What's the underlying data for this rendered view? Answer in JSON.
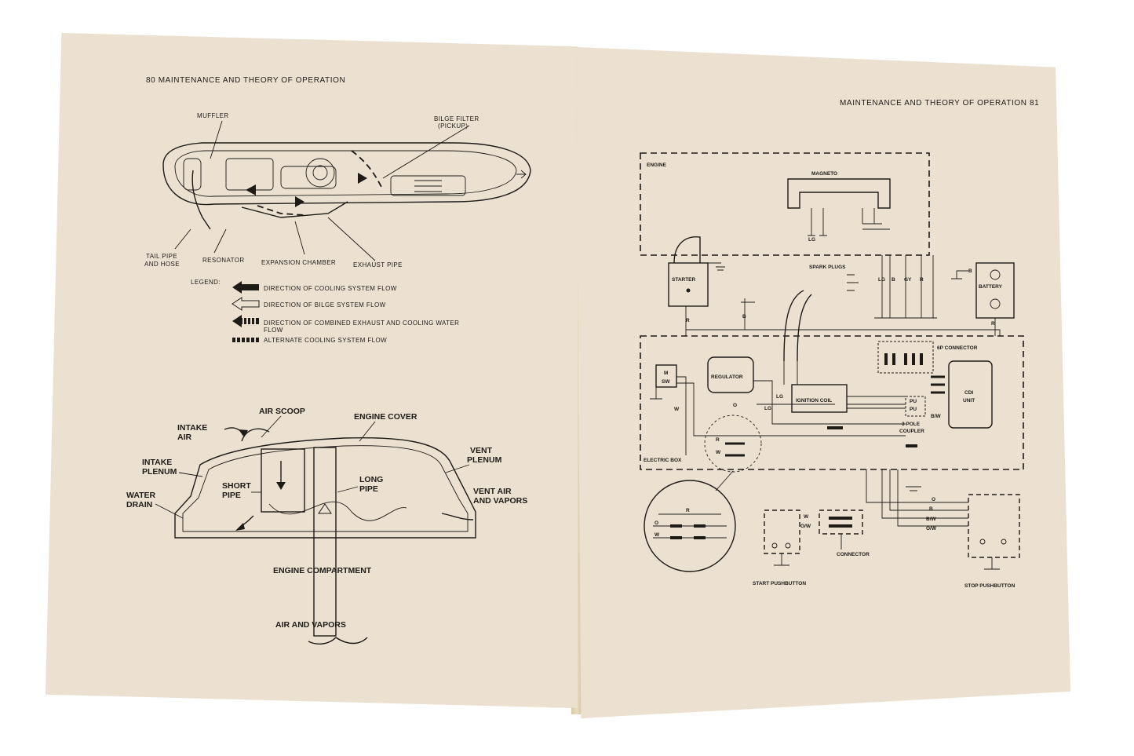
{
  "left_page": {
    "header": "80 MAINTENANCE AND THEORY OF OPERATION",
    "cooling_labels": {
      "muffler": "MUFFLER",
      "bilge_filter": "BILGE FILTER",
      "pickup": "(PICKUP)",
      "tail_pipe_1": "TAIL PIPE",
      "tail_pipe_2": "AND HOSE",
      "resonator": "RESONATOR",
      "expansion_chamber": "EXPANSION CHAMBER",
      "exhaust_pipe": "EXHAUST PIPE"
    },
    "legend": {
      "title": "LEGEND:",
      "items": [
        "DIRECTION OF COOLING SYSTEM FLOW",
        "DIRECTION OF BILGE SYSTEM FLOW",
        "DIRECTION OF COMBINED EXHAUST AND COOLING WATER",
        "FLOW",
        "ALTERNATE COOLING SYSTEM FLOW"
      ]
    },
    "vent_labels": {
      "air_scoop": "AIR SCOOP",
      "engine_cover": "ENGINE COVER",
      "intake_air_1": "INTAKE",
      "intake_air_2": "AIR",
      "intake_plenum_1": "INTAKE",
      "intake_plenum_2": "PLENUM",
      "vent_plenum_1": "VENT",
      "vent_plenum_2": "PLENUM",
      "short_pipe_1": "SHORT",
      "short_pipe_2": "PIPE",
      "long_pipe_1": "LONG",
      "long_pipe_2": "PIPE",
      "water_drain_1": "WATER",
      "water_drain_2": "DRAIN",
      "vent_air_1": "VENT AIR",
      "vent_air_2": "AND VAPORS",
      "engine_compartment": "ENGINE COMPARTMENT",
      "air_and_vapors": "AIR AND VAPORS"
    }
  },
  "right_page": {
    "header": "MAINTENANCE AND THEORY OF OPERATION 81",
    "labels": {
      "engine": "ENGINE",
      "magneto": "MAGNETO",
      "starter": "STARTER",
      "spark_plugs": "SPARK PLUGS",
      "battery": "BATTERY",
      "regulator": "REGULATOR",
      "ignition_coil": "IGNITION COIL",
      "six_p_connector": "6P CONNECTOR",
      "cdi_1": "CDI",
      "cdi_2": "UNIT",
      "three_pole_1": "3 POLE",
      "three_pole_2": "COUPLER",
      "electric_box": "ELECTRIC BOX",
      "connector": "CONNECTOR",
      "start_pushbutton": "START PUSHBUTTON",
      "stop_pushbutton": "STOP PUSHBUTTON",
      "m_sw_1": "M",
      "m_sw_2": "SW"
    },
    "wire_codes": {
      "lg": "LG",
      "b": "B",
      "gy": "GY",
      "r": "R",
      "w": "W",
      "o": "O",
      "pu": "PU",
      "bw": "B/W",
      "ow": "O/W"
    }
  }
}
